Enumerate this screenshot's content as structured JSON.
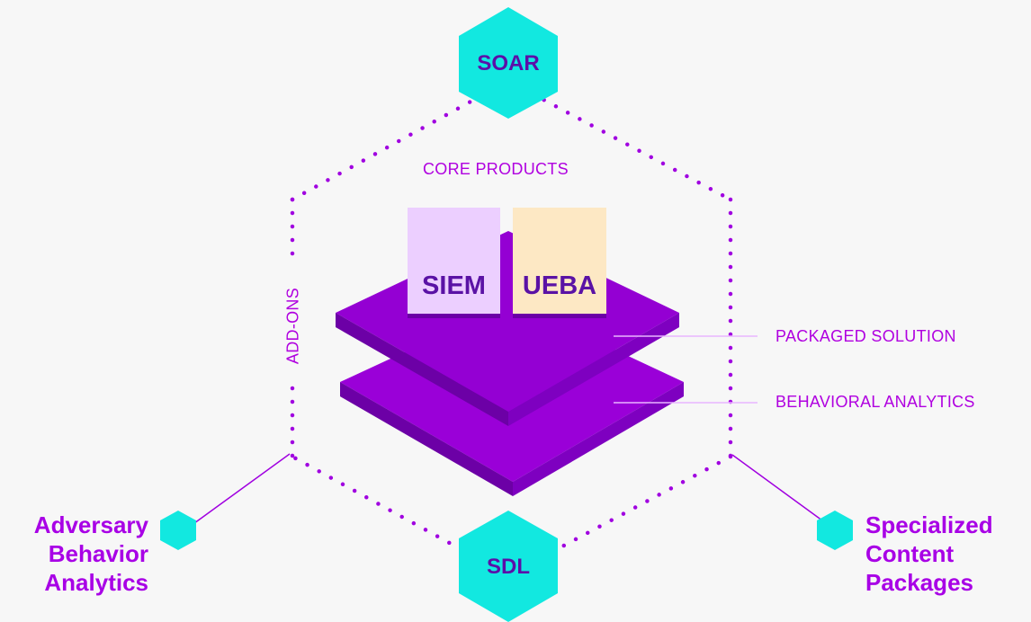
{
  "hexagons": {
    "top": "SOAR",
    "bottom": "SDL"
  },
  "labels": {
    "core_products": "CORE PRODUCTS",
    "add_ons": "ADD-ONS",
    "packaged_solution": "PACKAGED  SOLUTION",
    "behavioral_analytics": "BEHAVIORAL ANALYTICS"
  },
  "cards": {
    "left": "SIEM",
    "right": "UEBA"
  },
  "side_items": {
    "left": [
      "Adversary",
      "Behavior",
      "Analytics"
    ],
    "right": [
      "Specialized",
      "Content",
      "Packages"
    ]
  },
  "colors": {
    "background": "#f7f7f7",
    "hex_fill": "#12e8e0",
    "layer_purple": "#9400d3",
    "layer_dark": "#6c00a6",
    "text_purple": "#b000e0",
    "siem_card": "#eccfff",
    "ueba_card": "#fde8c4"
  }
}
